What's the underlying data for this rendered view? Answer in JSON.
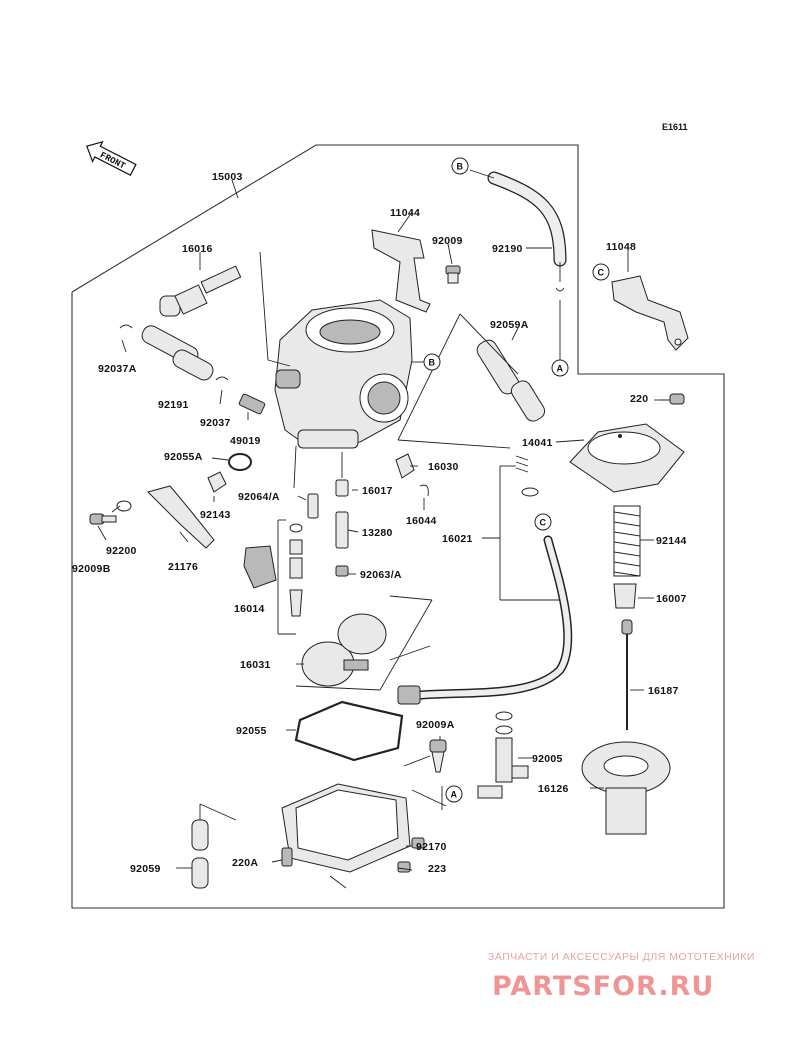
{
  "diagram_code": "E1611",
  "front_label": "FRONT",
  "callouts": {
    "A": "A",
    "B": "B",
    "C": "C"
  },
  "parts": {
    "p15003": "15003",
    "p16016": "16016",
    "p11044": "11044",
    "p92009": "92009",
    "p92190": "92190",
    "p11048": "11048",
    "p92037A": "92037A",
    "p92059A": "92059A",
    "p220": "220",
    "p92191": "92191",
    "p92037": "92037",
    "p49019": "49019",
    "p14041": "14041",
    "p92055A": "92055A",
    "p16030": "16030",
    "p92064A": "92064/A",
    "p16017": "16017",
    "p92143": "92143",
    "p16044": "16044",
    "p13280": "13280",
    "p16021": "16021",
    "p92144": "92144",
    "p92200": "92200",
    "p92009B": "92009B",
    "p21176": "21176",
    "p92063A": "92063/A",
    "p16007": "16007",
    "p16014": "16014",
    "p16031": "16031",
    "p16187": "16187",
    "p92009A": "92009A",
    "p92055": "92055",
    "p92005": "92005",
    "p16126": "16126",
    "p92170": "92170",
    "p92059": "92059",
    "p220A": "220A",
    "p223": "223"
  },
  "watermark": {
    "subtitle": "ЗАПЧАСТИ И АКСЕССУАРЫ ДЛЯ МОТОТЕХНИКИ",
    "brand": "PARTSFOR.RU"
  },
  "colors": {
    "watermark": "#f09595",
    "line": "#222222"
  }
}
